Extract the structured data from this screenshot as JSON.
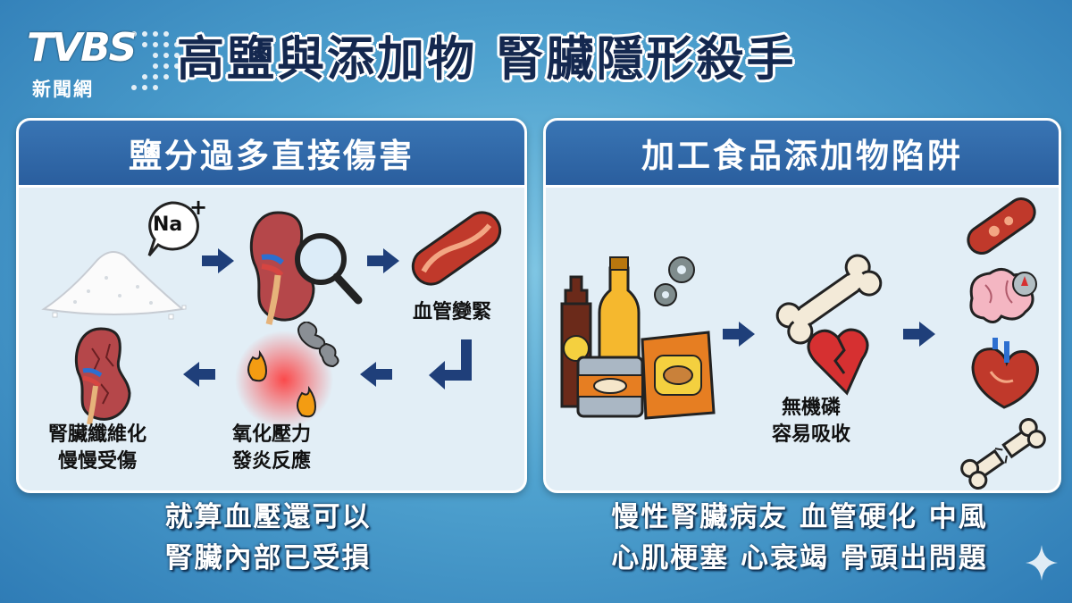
{
  "logo": {
    "brand": "TVBS",
    "sub": "新聞網"
  },
  "title": "高鹽與添加物 腎臟隱形殺手",
  "left_panel": {
    "header": "鹽分過多直接傷害",
    "sodium_symbol": "Na",
    "sodium_charge": "+",
    "steps": {
      "vessel": "血管變緊",
      "oxidative_line1": "氧化壓力",
      "oxidative_line2": "發炎反應",
      "fibrosis_line1": "腎臟纖維化",
      "fibrosis_line2": "慢慢受傷"
    },
    "bottom_line1": "就算血壓還可以",
    "bottom_line2": "腎臟內部已受損"
  },
  "right_panel": {
    "header": "加工食品添加物陷阱",
    "phosphorus_line1": "無機磷",
    "phosphorus_line2": "容易吸收",
    "bottom_line1": "慢性腎臟病友 血管硬化 中風",
    "bottom_line2": "心肌梗塞 心衰竭 骨頭出問題"
  },
  "colors": {
    "background": "#4fa2cf",
    "header_blue": "#2a5e9e",
    "panel_bg": "#e2eef6",
    "arrow": "#1f3f7a",
    "kidney": "#b5474a",
    "vessel": "#c0392b"
  }
}
